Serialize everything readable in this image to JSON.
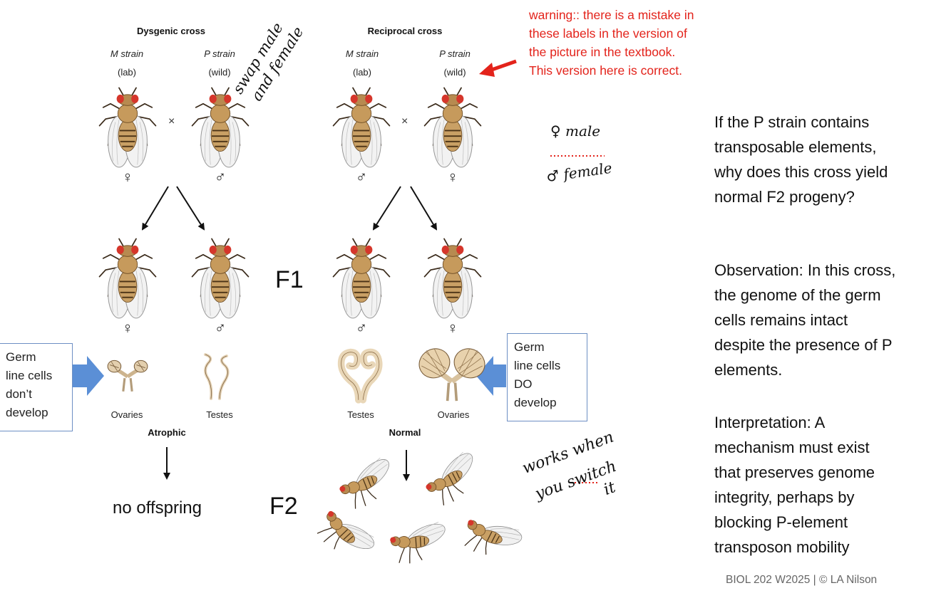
{
  "dysgenic": {
    "title": "Dysgenic cross",
    "m_strain": "M strain",
    "m_sub": "(lab)",
    "p_strain": "P strain",
    "p_sub": "(wild)",
    "left_sex": "♀",
    "right_sex": "♂",
    "f1_left_sex": "♀",
    "f1_right_sex": "♂",
    "organ_left": "Ovaries",
    "organ_right": "Testes",
    "result": "Atrophic",
    "offspring": "no offspring"
  },
  "reciprocal": {
    "title": "Reciprocal cross",
    "m_strain": "M strain",
    "m_sub": "(lab)",
    "p_strain": "P strain",
    "p_sub": "(wild)",
    "left_sex": "♂",
    "right_sex": "♀",
    "f1_left_sex": "♂",
    "f1_right_sex": "♀",
    "organ_left": "Testes",
    "organ_right": "Ovaries",
    "result": "Normal"
  },
  "cross_symbol": "×",
  "generation_f1": "F1",
  "generation_f2": "F2",
  "callout_left": [
    "Germ",
    "line cells",
    "don’t",
    "develop"
  ],
  "callout_right": [
    "Germ",
    "line cells",
    "DO",
    "develop"
  ],
  "warning": [
    "warning:: there is a mistake in",
    "these labels in the version of",
    "the picture in the textbook.",
    "This version here is correct."
  ],
  "handwritten": {
    "swap1": "swap male",
    "swap2": "and female",
    "key_female": "♀ male",
    "key_male": "♂ female",
    "works1": "works when",
    "works2": "you switch",
    "works3": "it"
  },
  "right_panel": {
    "question": [
      "If the P strain contains",
      "transposable elements,",
      "why does this cross yield",
      "normal F2 progeny?"
    ],
    "observation": [
      "Observation: In this cross,",
      "the genome of the germ",
      "cells remains intact",
      "despite the presence of P",
      "elements."
    ],
    "interpretation": [
      "Interpretation: A",
      "mechanism must exist",
      "that preserves genome",
      "integrity, perhaps by",
      "blocking P-element",
      "transposon mobility"
    ]
  },
  "footer": "BIOL 202 W2025 | © LA Nilson",
  "colors": {
    "warning_red": "#e3231b",
    "callout_border": "#6d8fc4",
    "callout_arrow": "#5b8fd6",
    "fly_eye": "#d5362b",
    "fly_body": "#c9a065"
  }
}
